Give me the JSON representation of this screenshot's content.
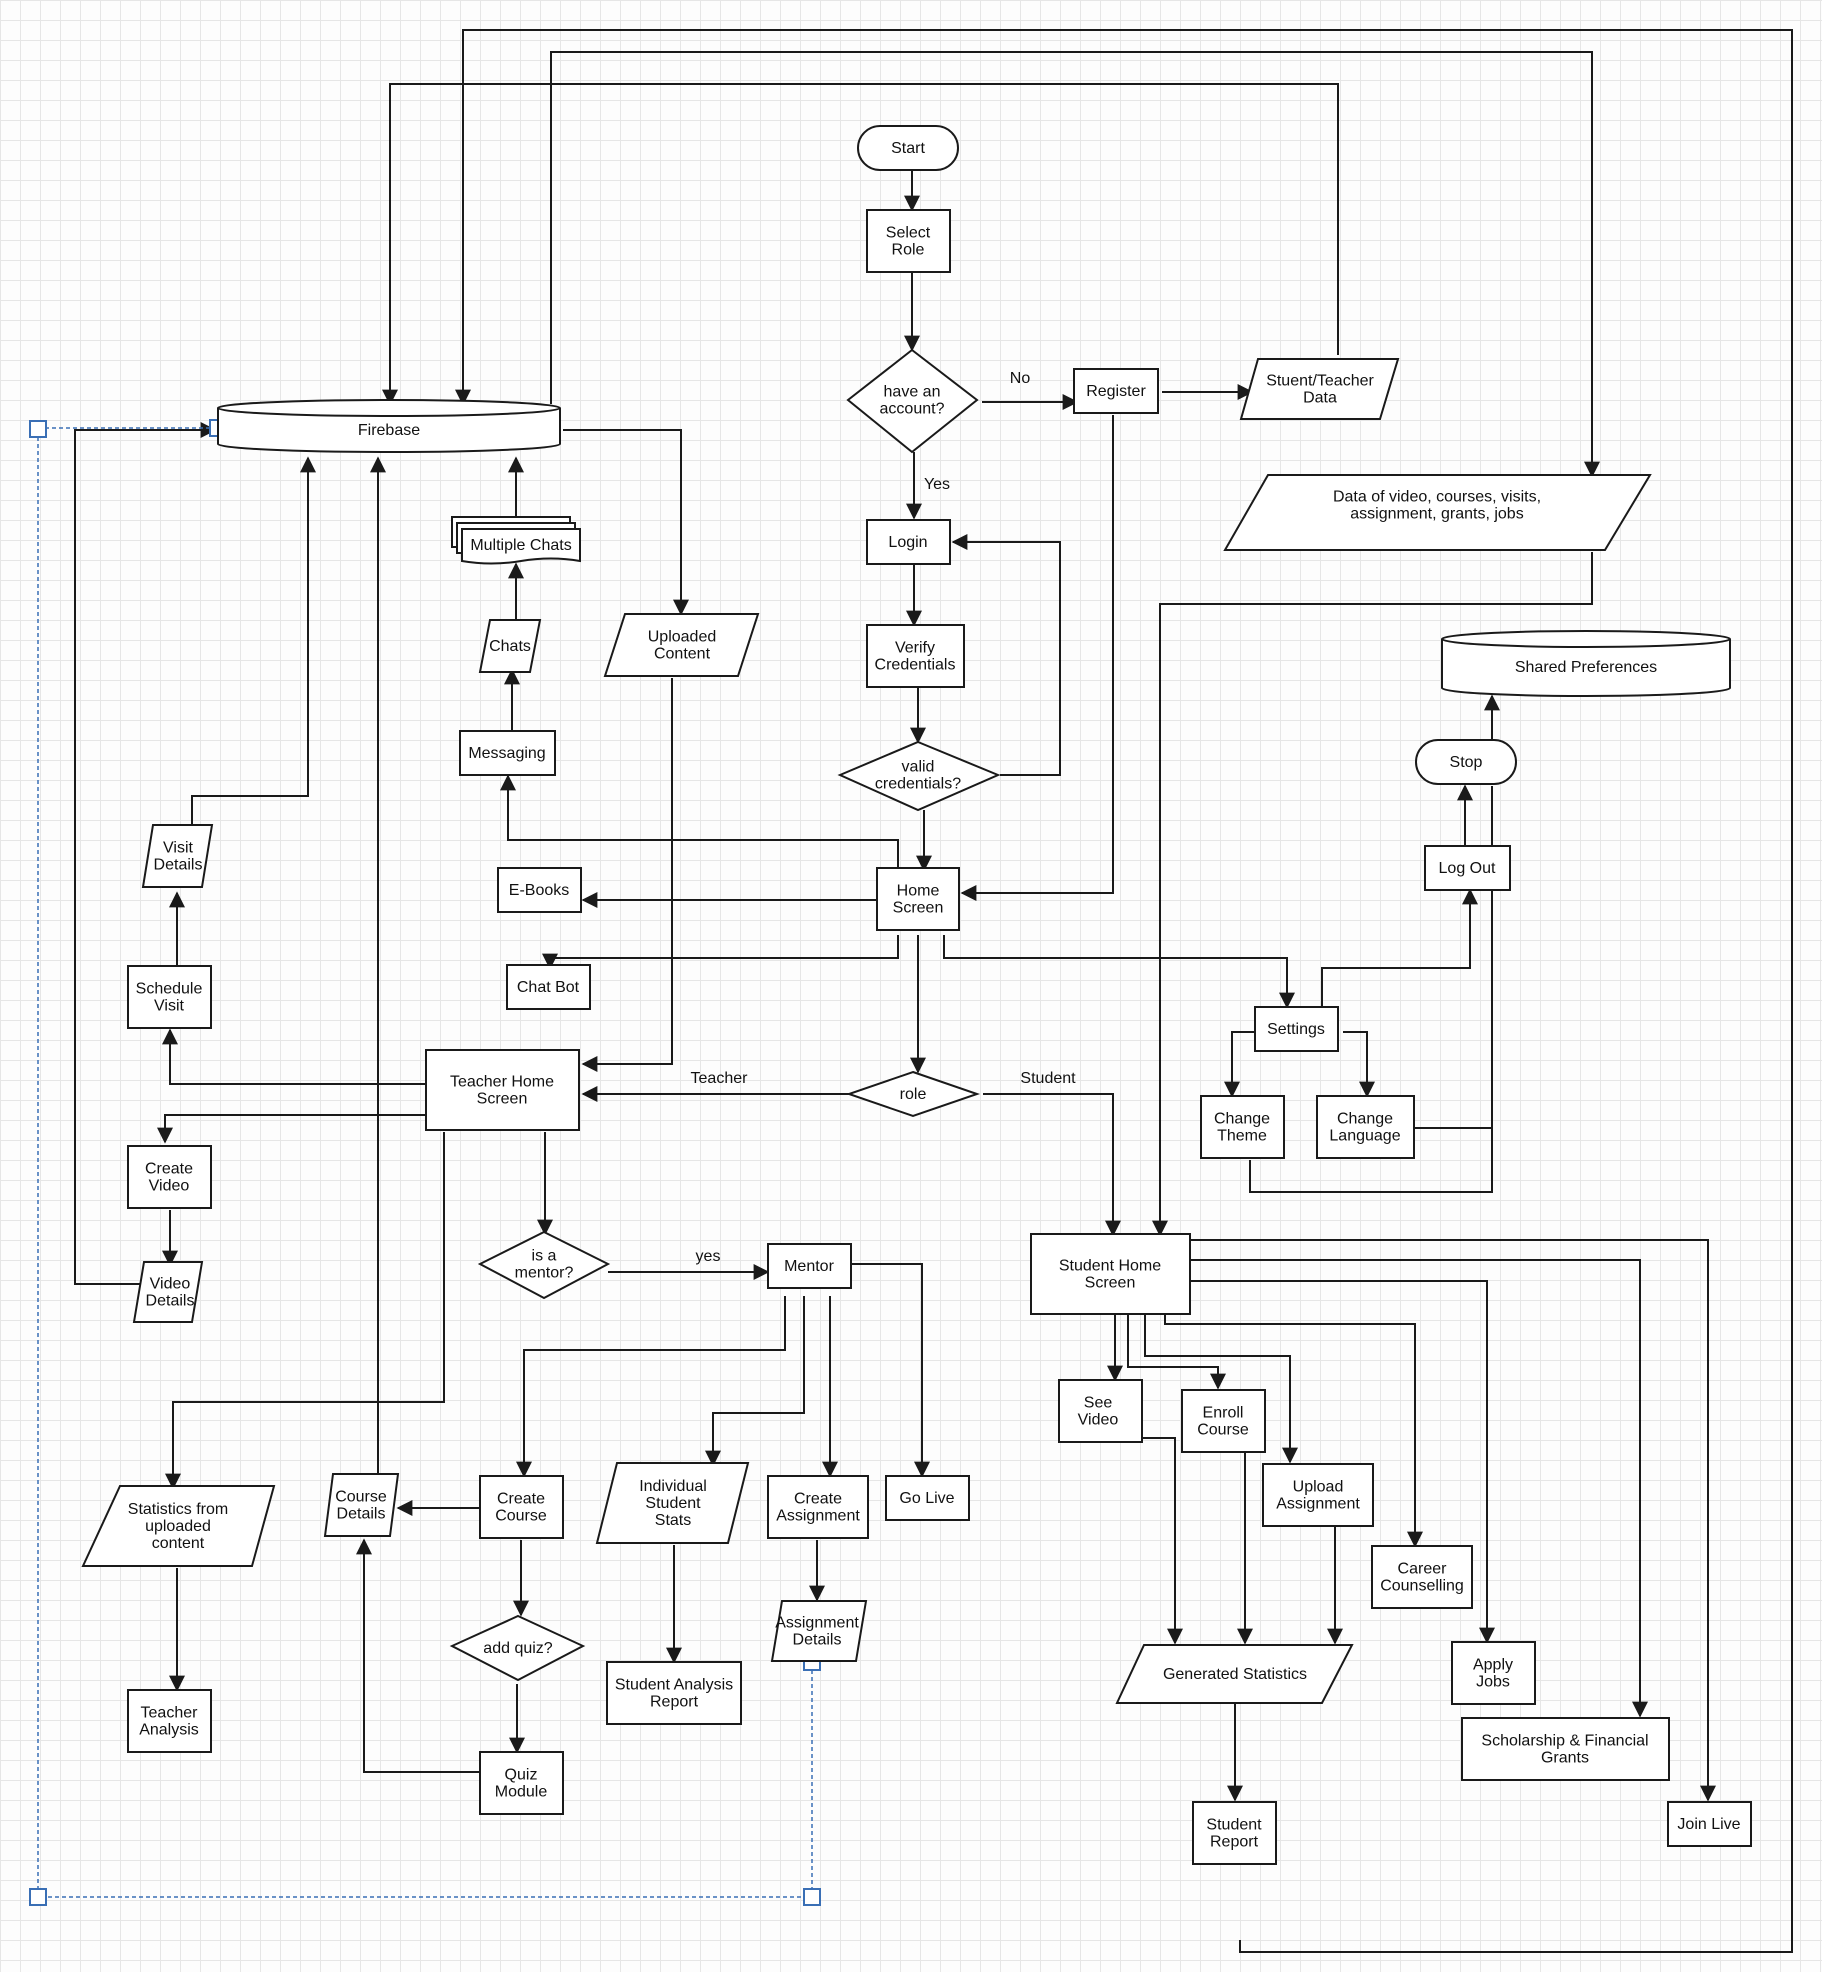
{
  "nodes": {
    "start": "Start",
    "select_role": "Select\nRole",
    "have_account": "have an\naccount?",
    "register": "Register",
    "student_teacher_data": "Stuent/Teacher\nData",
    "firebase": "Firebase",
    "data_video": "Data of video, courses, visits,\nassignment, grants, jobs",
    "login": "Login",
    "verify_credentials": "Verify\nCredentials",
    "valid_credentials": "valid\ncredentials?",
    "multiple_chats": "Multiple Chats",
    "chats": "Chats",
    "uploaded_content": "Uploaded\nContent",
    "messaging": "Messaging",
    "shared_preferences": "Shared Preferences",
    "stop": "Stop",
    "log_out": "Log Out",
    "visit_details": "Visit\nDetails",
    "e_books": "E-Books",
    "home_screen": "Home\nScreen",
    "schedule_visit": "Schedule\nVisit",
    "chat_bot": "Chat Bot",
    "settings": "Settings",
    "teacher_home": "Teacher Home\nScreen",
    "role": "role",
    "change_theme": "Change\nTheme",
    "change_language": "Change\nLanguage",
    "create_video": "Create\nVideo",
    "is_mentor": "is a\nmentor?",
    "mentor": "Mentor",
    "student_home": "Student Home\nScreen",
    "video_details": "Video\nDetails",
    "see_video": "See\nVideo",
    "enroll_course": "Enroll\nCourse",
    "upload_assignment": "Upload\nAssignment",
    "statistics_uploaded": "Statistics from\nuploaded\ncontent",
    "course_details": "Course\nDetails",
    "create_course": "Create\nCourse",
    "individual_stats": "Individual\nStudent\nStats",
    "create_assignment": "Create\nAssignment",
    "go_live": "Go Live",
    "career_counselling": "Career\nCounselling",
    "add_quiz": "add quiz?",
    "assignment_details": "Assignment\nDetails",
    "generated_statistics": "Generated Statistics",
    "apply_jobs": "Apply\nJobs",
    "student_analysis_report": "Student Analysis\nReport",
    "teacher_analysis": "Teacher\nAnalysis",
    "scholarship": "Scholarship & Financial\nGrants",
    "quiz_module": "Quiz\nModule",
    "student_report": "Student\nReport",
    "join_live": "Join Live"
  },
  "edge_labels": {
    "no": "No",
    "yes_upper": "Yes",
    "teacher": "Teacher",
    "student": "Student",
    "yes_lower": "yes"
  }
}
